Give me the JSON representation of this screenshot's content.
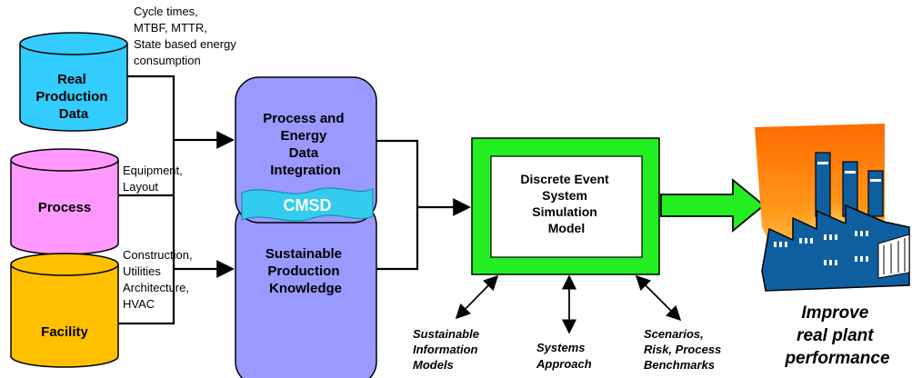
{
  "data_sources": {
    "real_production": {
      "label_lines": [
        "Real",
        "Production",
        "Data"
      ],
      "annotation_lines": [
        "Cycle times,",
        "MTBF, MTTR,",
        "State based energy",
        "consumption"
      ]
    },
    "process": {
      "label_lines": [
        "Process"
      ],
      "annotation_lines": [
        "Equipment,",
        "Layout"
      ]
    },
    "facility": {
      "label_lines": [
        "Facility"
      ],
      "annotation_lines": [
        "Construction,",
        "Utilities",
        "Architecture,",
        "HVAC"
      ]
    }
  },
  "integration_box": {
    "top_lines": [
      "Process and",
      "Energy",
      "Data",
      "Integration"
    ],
    "banner": "CMSD",
    "bottom_lines": [
      "Sustainable",
      "Production",
      "Knowledge"
    ]
  },
  "simulation_box": {
    "lines": [
      "Discrete Event",
      "System",
      "Simulation",
      "Model"
    ]
  },
  "supports": {
    "left": [
      "Sustainable",
      "Information",
      "Models"
    ],
    "center": [
      "Systems",
      "Approach"
    ],
    "right": [
      "Scenarios,",
      "Risk, Process",
      "Benchmarks"
    ]
  },
  "outcome": {
    "lines": [
      "Improve",
      "real plant",
      "performance"
    ]
  },
  "colors": {
    "real_production_cylinder": "#33ccff",
    "process_cylinder": "#ff99ff",
    "facility_cylinder": "#ffc000",
    "integration_box": "#9999ff",
    "cmsd_banner": "#33ccee",
    "simulation_frame": "#22ee22",
    "sunburst": "#ff8800",
    "factory": "#0f5fa0"
  }
}
